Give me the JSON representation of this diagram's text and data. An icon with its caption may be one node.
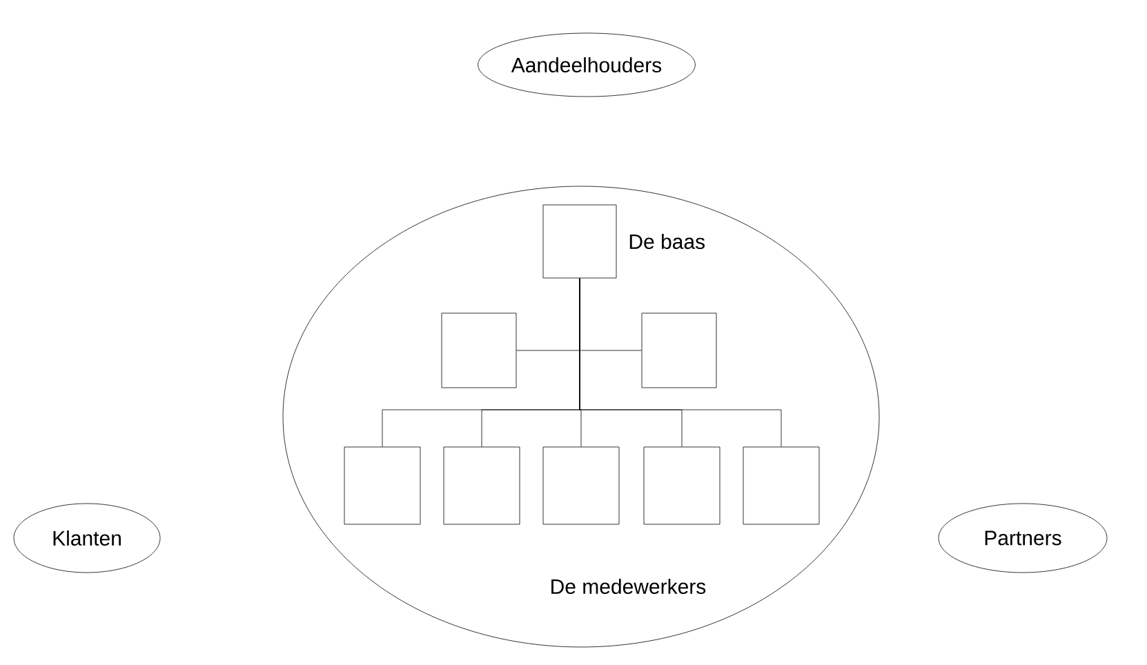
{
  "diagram": {
    "nodes": [
      {
        "text": [
          "Aandeelhouders"
        ]
      },
      {
        "text": [
          "De medewerkers"
        ]
      },
      {
        "text": [],
        "shape": "box",
        "in": 1,
        "beside": [
          "De baas"
        ]
      },
      {
        "text": [],
        "shape": "box",
        "in": 1
      },
      {
        "text": [],
        "shape": "box",
        "in": 1
      },
      {
        "text": [],
        "shape": "box",
        "in": 1
      },
      {
        "text": [],
        "shape": "box",
        "in": 1
      },
      {
        "text": [],
        "shape": "box",
        "in": 1
      },
      {
        "text": [],
        "shape": "box",
        "in": 1
      },
      {
        "text": [],
        "shape": "box",
        "in": 1
      },
      {
        "text": [
          "Klanten"
        ]
      },
      {
        "text": [
          "Partners"
        ]
      }
    ],
    "edges": [
      {
        "from": 2,
        "to": 3,
        "arrow": "none"
      },
      {
        "from": 2,
        "to": 4,
        "arrow": "none"
      },
      {
        "from": 2,
        "to": 5,
        "arrow": "none"
      },
      {
        "from": 2,
        "to": 6,
        "arrow": "none"
      },
      {
        "from": 2,
        "to": 7,
        "arrow": "none"
      },
      {
        "from": 2,
        "to": 8,
        "arrow": "none"
      },
      {
        "from": 2,
        "to": 9,
        "arrow": "none"
      }
    ]
  }
}
